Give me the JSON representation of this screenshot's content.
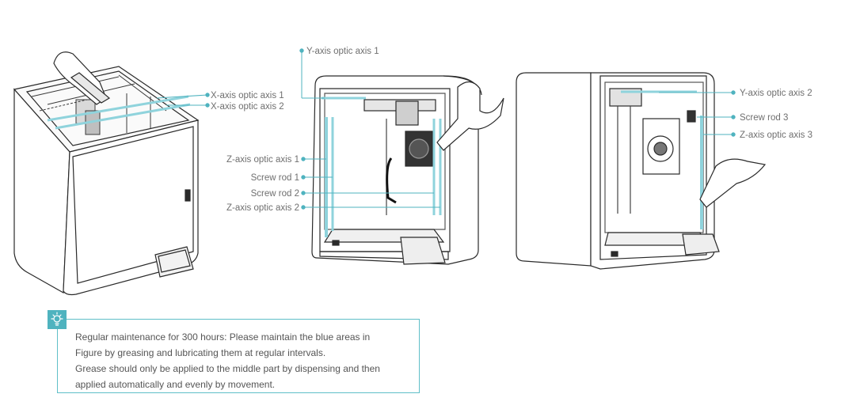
{
  "colors": {
    "accent": "#4fb3bf",
    "grease_area": "#8fd3dc",
    "line": "#2a2a2a"
  },
  "icons": {
    "tip": "lightbulb-icon"
  },
  "labels": {
    "x1": "X-axis optic axis 1",
    "x2": "X-axis optic axis 2",
    "y1": "Y-axis optic axis 1",
    "z1": "Z-axis optic axis 1",
    "sr1": "Screw rod 1",
    "sr2": "Screw rod 2",
    "z2": "Z-axis optic axis 2",
    "y2": "Y-axis optic axis 2",
    "sr3": "Screw rod 3",
    "z3": "Z-axis optic axis 3"
  },
  "note": {
    "lines": [
      "Regular maintenance for 300 hours: Please maintain the blue areas in",
      "Figure by greasing and lubricating them at regular intervals.",
      "Grease should only be applied to the middle part by dispensing and then",
      "applied automatically and evenly by movement."
    ]
  }
}
